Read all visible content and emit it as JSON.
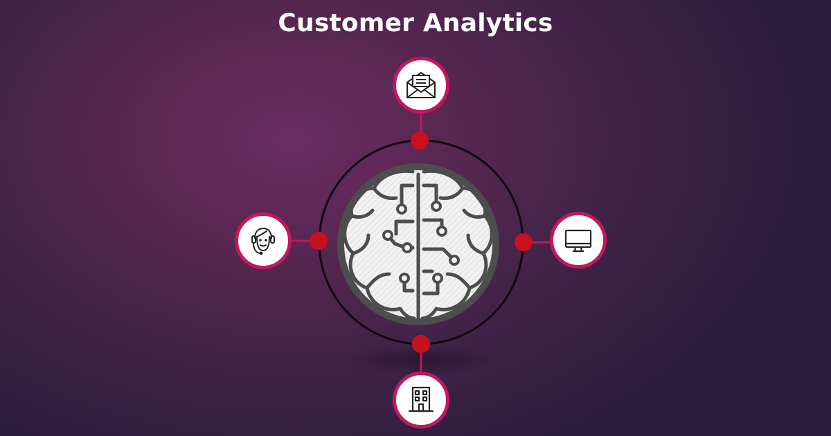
{
  "title": "Customer Analytics",
  "colors": {
    "accent_ring": "#c0195e",
    "node_dot": "#c8101e",
    "orbit": "#0f0a10",
    "brain_line": "#4d4d4d",
    "brain_bg": "#f2f2f2",
    "title_text": "#ffffff"
  },
  "center": {
    "icon": "brain-circuit-icon"
  },
  "nodes": [
    {
      "position": "top",
      "icon": "email-envelope-icon"
    },
    {
      "position": "right",
      "icon": "desktop-monitor-icon"
    },
    {
      "position": "bottom",
      "icon": "office-building-icon"
    },
    {
      "position": "left",
      "icon": "customer-support-agent-icon"
    }
  ]
}
